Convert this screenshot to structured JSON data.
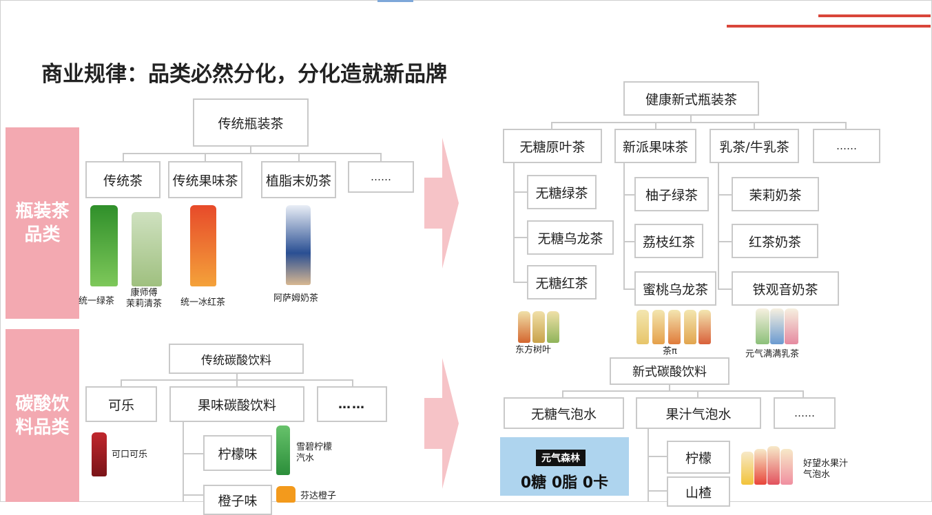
{
  "title": "商业规律：品类必然分化，分化造就新品牌",
  "colors": {
    "accent": "#d9453a",
    "side_panel": "#f3a9b1",
    "arrow": "#f6c3c7",
    "box_border": "#c9c9c9"
  },
  "side_labels": {
    "tea": "瓶装茶\n品类",
    "soda": "碳酸饮\n料品类"
  },
  "tea_traditional": {
    "root": "传统瓶装茶",
    "children": [
      "传统茶",
      "传统果味茶",
      "植脂末奶茶",
      "……"
    ],
    "products": [
      "统一绿茶",
      "康师傅\n茉莉清茶",
      "统一冰红茶",
      "阿萨姆奶茶"
    ]
  },
  "soda_traditional": {
    "root": "传统碳酸饮料",
    "children": [
      "可乐",
      "果味碳酸饮料",
      "……"
    ],
    "sub": [
      "柠檬味",
      "橙子味"
    ],
    "products": [
      "可口可乐",
      "雪碧柠檬\n汽水",
      "芬达橙子"
    ]
  },
  "tea_new": {
    "root": "健康新式瓶装茶",
    "children": [
      "无糖原叶茶",
      "新派果味茶",
      "乳茶/牛乳茶",
      "……"
    ],
    "col1": [
      "无糖绿茶",
      "无糖乌龙茶",
      "无糖红茶"
    ],
    "col2": [
      "柚子绿茶",
      "荔枝红茶",
      "蜜桃乌龙茶"
    ],
    "col3": [
      "茉莉奶茶",
      "红茶奶茶",
      "铁观音奶茶"
    ],
    "products": [
      "东方树叶",
      "茶π",
      "元气满满乳茶"
    ]
  },
  "soda_new": {
    "root": "新式碳酸饮料",
    "children": [
      "无糖气泡水",
      "果汁气泡水",
      "……"
    ],
    "sub": [
      "柠檬",
      "山楂"
    ],
    "promo_brand": "元气森林",
    "promo_text": "0糖 0脂 0卡",
    "products": [
      "好望水果汁\n气泡水"
    ]
  }
}
